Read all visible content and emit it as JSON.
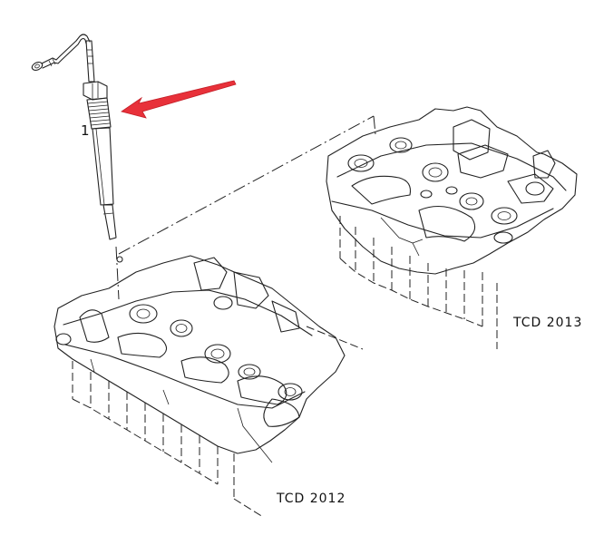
{
  "labels": {
    "part_number": "1",
    "engine_a": "TCD 2012",
    "engine_b": "TCD 2013"
  },
  "colors": {
    "line": "#222222",
    "arrow": "#e8313a",
    "background": "#ffffff"
  },
  "icons": {
    "pointer": "red-arrow-icon"
  }
}
